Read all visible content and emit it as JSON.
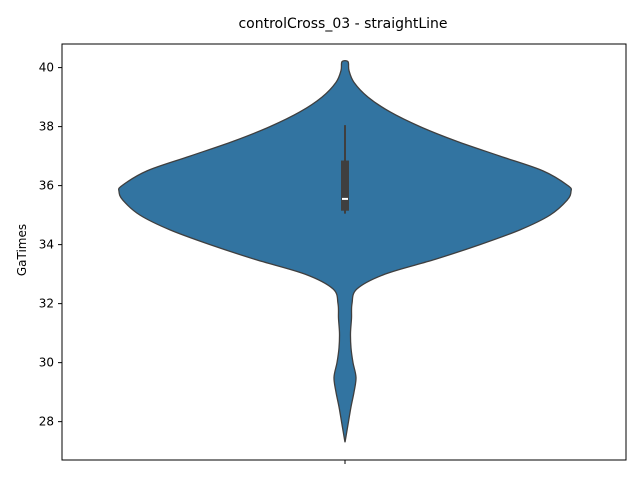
{
  "chart_data": {
    "type": "violin",
    "title": "controlCross_03 - straightLine",
    "xlabel": "",
    "ylabel": "GaTimes",
    "ylim": [
      26.7,
      40.8
    ],
    "yticks": [
      28,
      30,
      32,
      34,
      36,
      38,
      40
    ],
    "ytick_labels": [
      "28",
      "30",
      "32",
      "34",
      "36",
      "38",
      "40"
    ],
    "grid": false,
    "color": "#3274a1",
    "edge_color": "#3f3f3f",
    "violin": {
      "min": 27.3,
      "max": 40.2,
      "density_profile": [
        {
          "y": 27.3,
          "half_width": 0
        },
        {
          "y": 27.8,
          "half_width": 2.5
        },
        {
          "y": 28.5,
          "half_width": 6
        },
        {
          "y": 29.0,
          "half_width": 9
        },
        {
          "y": 29.5,
          "half_width": 11
        },
        {
          "y": 30.0,
          "half_width": 8
        },
        {
          "y": 30.5,
          "half_width": 6
        },
        {
          "y": 31.0,
          "half_width": 5.5
        },
        {
          "y": 31.5,
          "half_width": 6.5
        },
        {
          "y": 32.0,
          "half_width": 7
        },
        {
          "y": 32.5,
          "half_width": 12
        },
        {
          "y": 33.0,
          "half_width": 40
        },
        {
          "y": 33.5,
          "half_width": 90
        },
        {
          "y": 34.0,
          "half_width": 135
        },
        {
          "y": 34.5,
          "half_width": 175
        },
        {
          "y": 35.0,
          "half_width": 205
        },
        {
          "y": 35.5,
          "half_width": 222
        },
        {
          "y": 35.8,
          "half_width": 226
        },
        {
          "y": 36.0,
          "half_width": 223
        },
        {
          "y": 36.5,
          "half_width": 198
        },
        {
          "y": 37.0,
          "half_width": 155
        },
        {
          "y": 37.5,
          "half_width": 112
        },
        {
          "y": 38.0,
          "half_width": 75
        },
        {
          "y": 38.5,
          "half_width": 45
        },
        {
          "y": 39.0,
          "half_width": 23
        },
        {
          "y": 39.5,
          "half_width": 9
        },
        {
          "y": 39.9,
          "half_width": 4
        },
        {
          "y": 40.2,
          "half_width": 3
        }
      ],
      "density_scale_max": 226,
      "box": {
        "q1": 35.15,
        "median": 35.55,
        "q3": 36.85,
        "whisker_low": 35.05,
        "whisker_high": 38.05
      }
    }
  }
}
